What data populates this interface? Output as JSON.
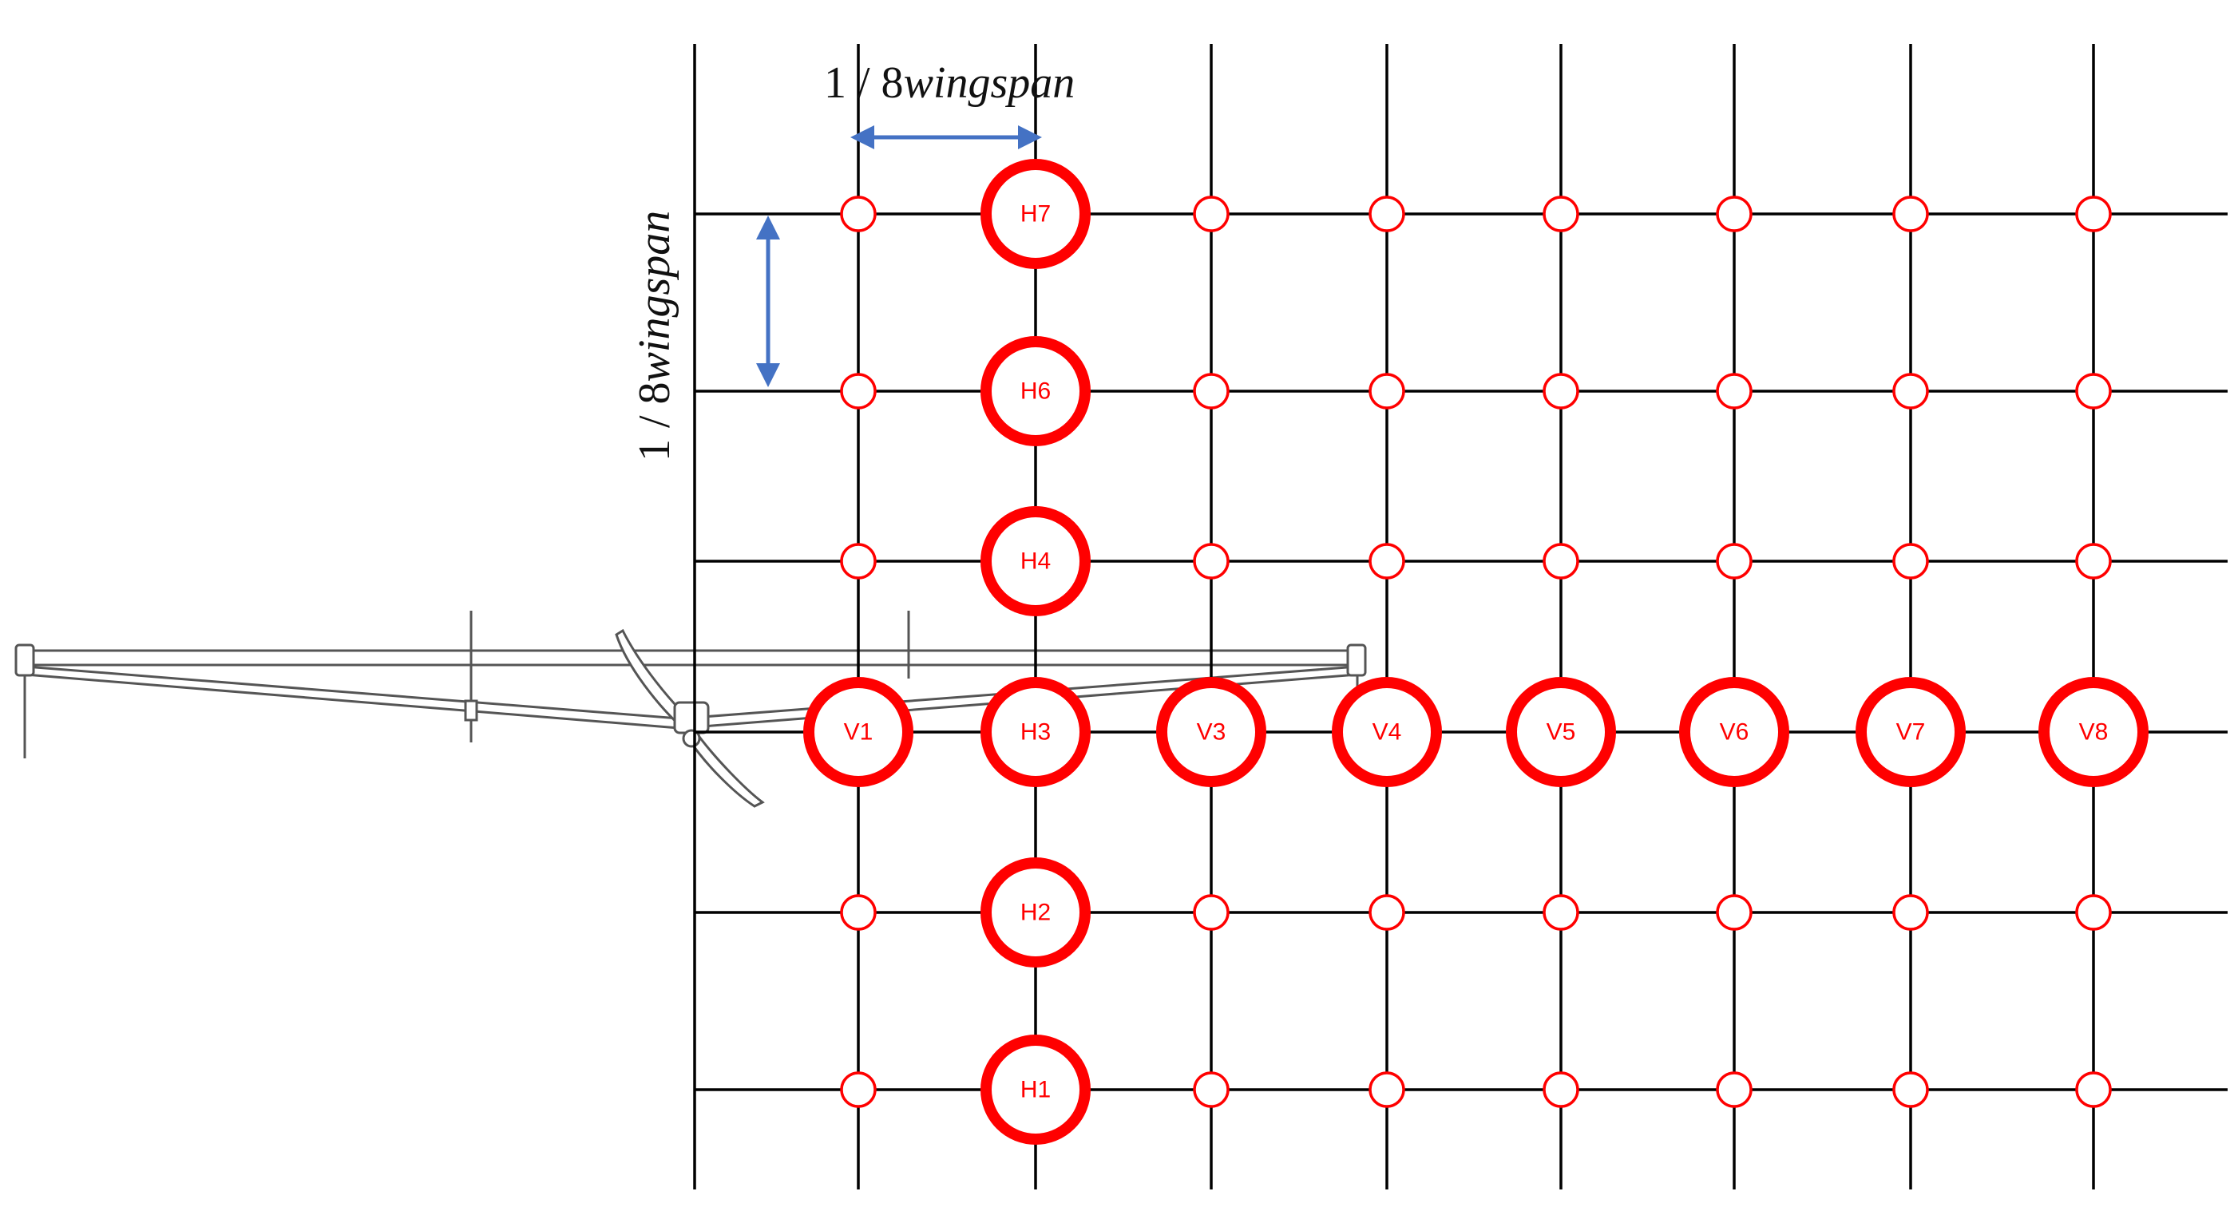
{
  "colors": {
    "grid": "#000000",
    "node": "#ff0000",
    "arrow": "#4472c4",
    "aircraft": "#555555"
  },
  "dimension_labels": {
    "horizontal": {
      "number": "1 / 8",
      "word": "wingspan"
    },
    "vertical": {
      "number": "1 / 8",
      "word": "wingspan"
    }
  },
  "horizontal_nodes": [
    "H1",
    "H2",
    "H3",
    "H4",
    "H6",
    "H7"
  ],
  "vertical_nodes": [
    "V1",
    "V3",
    "V4",
    "V5",
    "V6",
    "V7",
    "V8"
  ],
  "aircraft": {
    "icon": "aircraft-side-view-icon"
  }
}
